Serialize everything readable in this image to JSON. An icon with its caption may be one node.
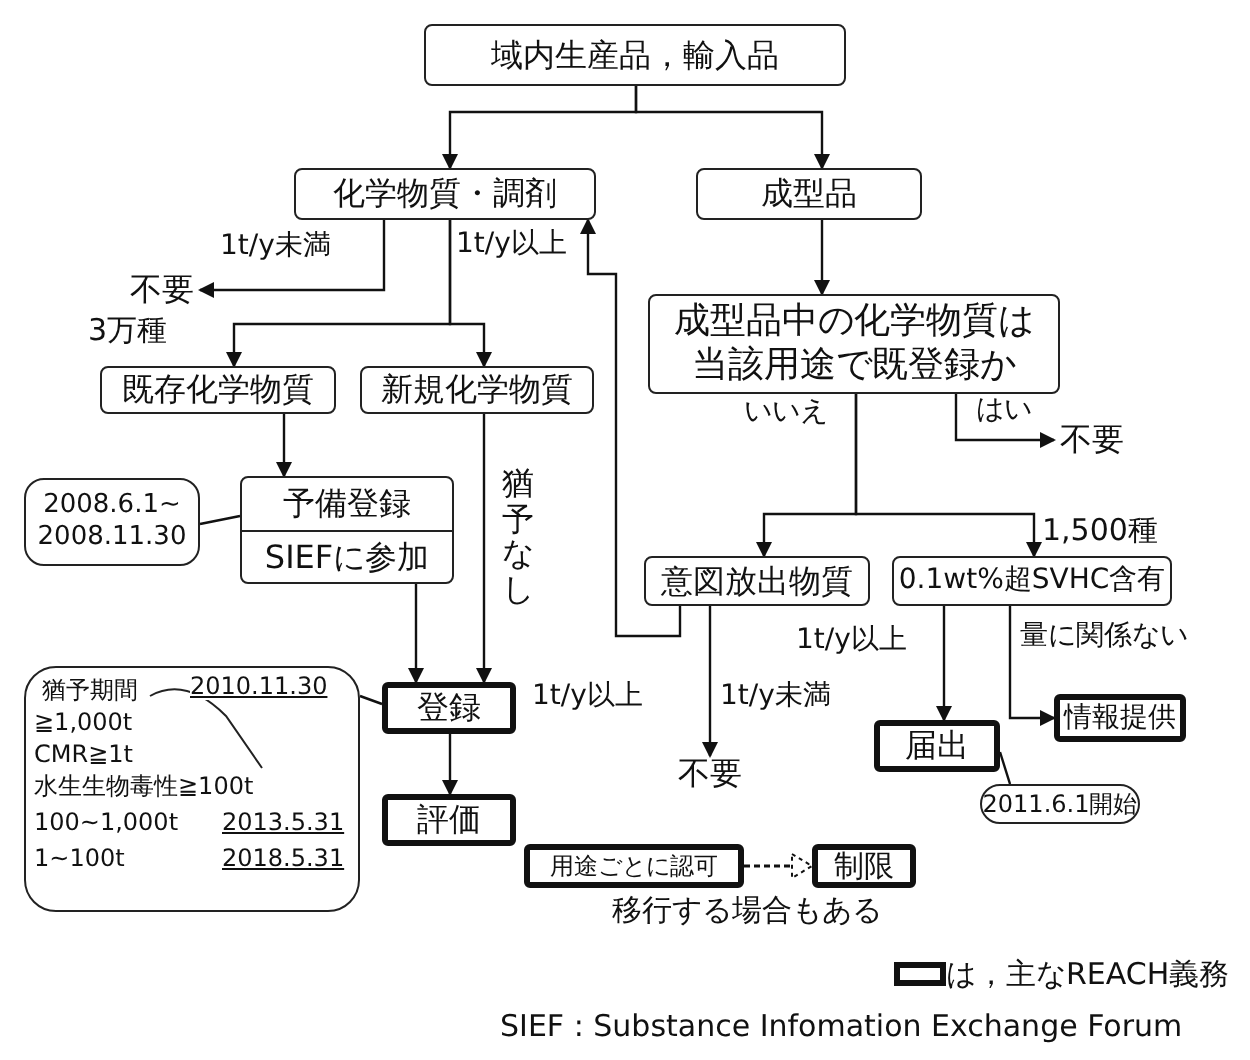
{
  "diagram": {
    "caption": "SIEF : Substance Infomation Exchange Forum",
    "nodes": [
      {
        "text": [
          "域内生産品，輸入品"
        ]
      },
      {
        "text": [
          "化学物質・調剤"
        ]
      },
      {
        "text": [
          "成型品"
        ]
      },
      {
        "text": [
          "不要"
        ]
      },
      {
        "text": [
          "成型品中の化学物質は当該用途で既登録か"
        ]
      },
      {
        "text": [
          "既存化学物質"
        ],
        "beside": [
          "3万種"
        ]
      },
      {
        "text": [
          "新規化学物質"
        ]
      },
      {
        "text": [
          "不要"
        ]
      },
      {
        "text": [
          "予備登録",
          "SIEFに参加"
        ]
      },
      {
        "text": [
          "2008.6.1~",
          "2008.11.30"
        ]
      },
      {
        "text": [
          "意図放出物質"
        ]
      },
      {
        "text": [
          "0.1wt%超SVHC含有"
        ],
        "beside": [
          "1,500種"
        ]
      },
      {
        "text": [
          "猶予期間",
          "2010.11.30",
          "≧1,000t",
          "CMR≧1t",
          "水生生物毒性≧100t",
          "100~1,000t",
          "2013.5.31",
          "1~100t",
          "2018.5.31"
        ]
      },
      {
        "text": [
          "登録"
        ]
      },
      {
        "text": [
          "評価"
        ]
      },
      {
        "text": [
          "不要"
        ]
      },
      {
        "text": [
          "届出"
        ]
      },
      {
        "text": [
          "情報提供"
        ]
      },
      {
        "text": [
          "2011.6.1開始"
        ]
      },
      {
        "text": [
          "用途ごとに認可"
        ]
      },
      {
        "text": [
          "制限"
        ]
      }
    ],
    "edges": [
      {
        "from": 0,
        "to": 1,
        "arrow": "to"
      },
      {
        "from": 0,
        "to": 2,
        "arrow": "to"
      },
      {
        "from": 1,
        "to": 3,
        "arrow": "to",
        "label": "1t/y未満"
      },
      {
        "from": 1,
        "to": 5,
        "arrow": "to",
        "label": "1t/y以上"
      },
      {
        "from": 1,
        "to": 6,
        "arrow": "to"
      },
      {
        "from": 2,
        "to": 4,
        "arrow": "to"
      },
      {
        "from": 4,
        "to": 7,
        "arrow": "to",
        "label": "はい"
      },
      {
        "from": 4,
        "to": 10,
        "arrow": "to",
        "label": "いいえ"
      },
      {
        "from": 4,
        "to": 11,
        "arrow": "to"
      },
      {
        "from": 10,
        "to": 1,
        "arrow": "to",
        "label": "1t/y以上"
      },
      {
        "from": 10,
        "to": 15,
        "arrow": "to",
        "label": "1t/y未満"
      },
      {
        "from": 11,
        "to": 16,
        "arrow": "to",
        "label": "1t/y以上"
      },
      {
        "from": 11,
        "to": 17,
        "arrow": "to",
        "label": "量に関係ない"
      },
      {
        "from": 5,
        "to": 8,
        "arrow": "to"
      },
      {
        "from": 8,
        "to": 13,
        "arrow": "to"
      },
      {
        "from": 6,
        "to": 13,
        "arrow": "to",
        "label": "猶予なし"
      },
      {
        "from": 13,
        "to": 14,
        "arrow": "to"
      },
      {
        "from": 19,
        "to": 20,
        "arrow": "to",
        "style": "dashed"
      },
      {
        "from": 9,
        "to": 8,
        "arrow": "none"
      },
      {
        "from": 12,
        "to": 13,
        "arrow": "none"
      },
      {
        "from": 18,
        "to": 16,
        "arrow": "none"
      }
    ],
    "labels": [
      "移行する場合もある"
    ],
    "legend": [
      {
        "text": "は，主なREACH義務"
      }
    ]
  }
}
